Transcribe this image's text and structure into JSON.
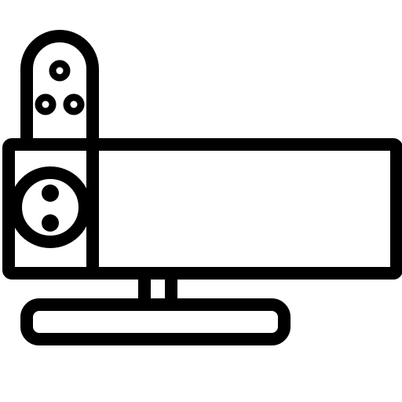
{
  "icon": {
    "name": "monitor-with-speaker-icon",
    "stroke_color": "#000000",
    "background_color": "#ffffff",
    "parts": [
      "speaker-tower",
      "monitor-screen",
      "speaker-woofer",
      "monitor-stand-neck",
      "monitor-stand-base"
    ]
  }
}
